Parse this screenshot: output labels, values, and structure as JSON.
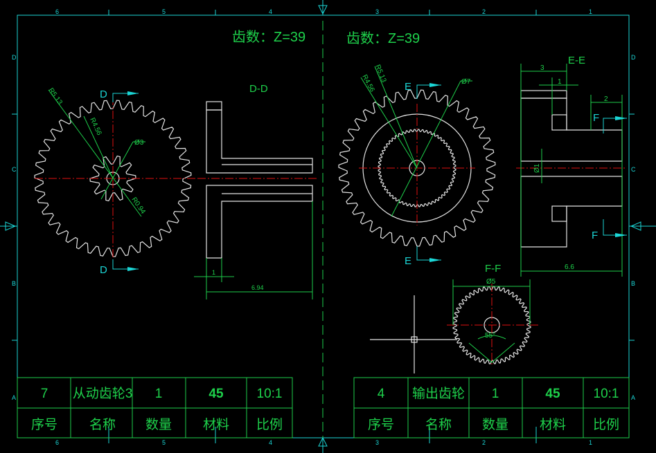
{
  "frame": {
    "col_numbers": [
      "6",
      "5",
      "4",
      "3",
      "2",
      "1"
    ],
    "row_letters": [
      "D",
      "C",
      "B",
      "A"
    ]
  },
  "left_part": {
    "teeth_title": "齿数：Z=39",
    "section_label": "D-D",
    "cut_marker": "D",
    "dims": {
      "r_outer": "R5.13",
      "r_root": "R4.56",
      "bore": "Ø3",
      "r_small": "R0.94",
      "flange": "1",
      "length": "6.94"
    },
    "teeth": 39
  },
  "right_part": {
    "teeth_title": "齿数：Z=39",
    "section_label": "E-E",
    "cut_marker": "E",
    "cut_marker_f": "F",
    "dims": {
      "r_outer": "R5.13",
      "r_root": "R4.56",
      "dia": "Ø7",
      "w3": "3",
      "w1": "1",
      "w2": "2",
      "bore": "Ø1",
      "length": "6.6"
    },
    "teeth": 39
  },
  "detail_ff": {
    "label": "F-F",
    "dia": "Ø5",
    "angle": "55°"
  },
  "title_blocks": [
    {
      "values": [
        "7",
        "从动齿轮3",
        "1",
        "45",
        "10:1"
      ],
      "headers": [
        "序号",
        "名称",
        "数量",
        "材料",
        "比例"
      ]
    },
    {
      "values": [
        "4",
        "输出齿轮",
        "1",
        "45",
        "10:1"
      ],
      "headers": [
        "序号",
        "名称",
        "数量",
        "材料",
        "比例"
      ]
    }
  ],
  "colors": {
    "frame": "#1bd6d6",
    "dimension": "#1ed14b",
    "centerline": "#e01010",
    "geometry": "#e6e6e6",
    "hatch": "#d6d64a"
  }
}
